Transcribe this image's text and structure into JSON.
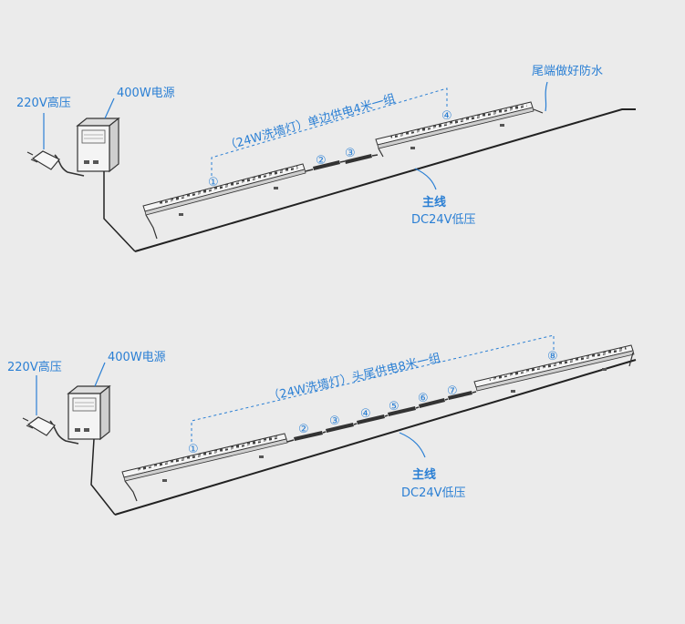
{
  "colors": {
    "accent": "#2a7fd4",
    "line": "#222222",
    "background": "#ebebeb"
  },
  "top": {
    "plug_label": "220V高压",
    "power_label": "400W电源",
    "group_label": "（24W洗墙灯）单边供电4米一组",
    "end_label": "尾端做好防水",
    "main_line": "主线",
    "voltage": "DC24V低压",
    "markers": [
      "①",
      "②",
      "③",
      "④"
    ]
  },
  "bottom": {
    "plug_label": "220V高压",
    "power_label": "400W电源",
    "group_label": "（24W洗墙灯）头尾供电8米一组",
    "main_line": "主线",
    "voltage": "DC24V低压",
    "markers": [
      "①",
      "②",
      "③",
      "④",
      "⑤",
      "⑥",
      "⑦",
      "⑧"
    ]
  }
}
